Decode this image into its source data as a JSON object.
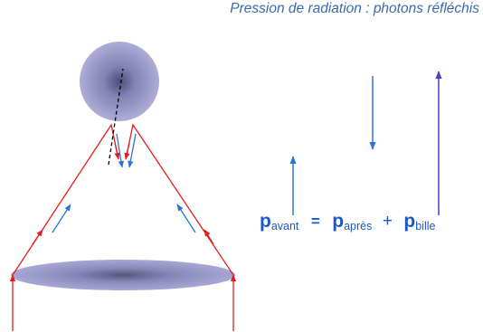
{
  "title": "Pression de radiation : photons réfléchis",
  "equation": {
    "p_symbol": "p",
    "before_sub": "avant",
    "equals": "=",
    "after_sub": "après",
    "plus": "+",
    "ball_sub": "bille"
  },
  "colors": {
    "title_text": "#3d68ad",
    "equation_text": "#1a57c8",
    "ray_red": "#e41c1c",
    "arrow_blue": "#2b74d6",
    "arrow_indigo": "#4a3fc6",
    "lens_and_bead_shade": "#9a9ad0",
    "dashed_line": "#000000"
  }
}
